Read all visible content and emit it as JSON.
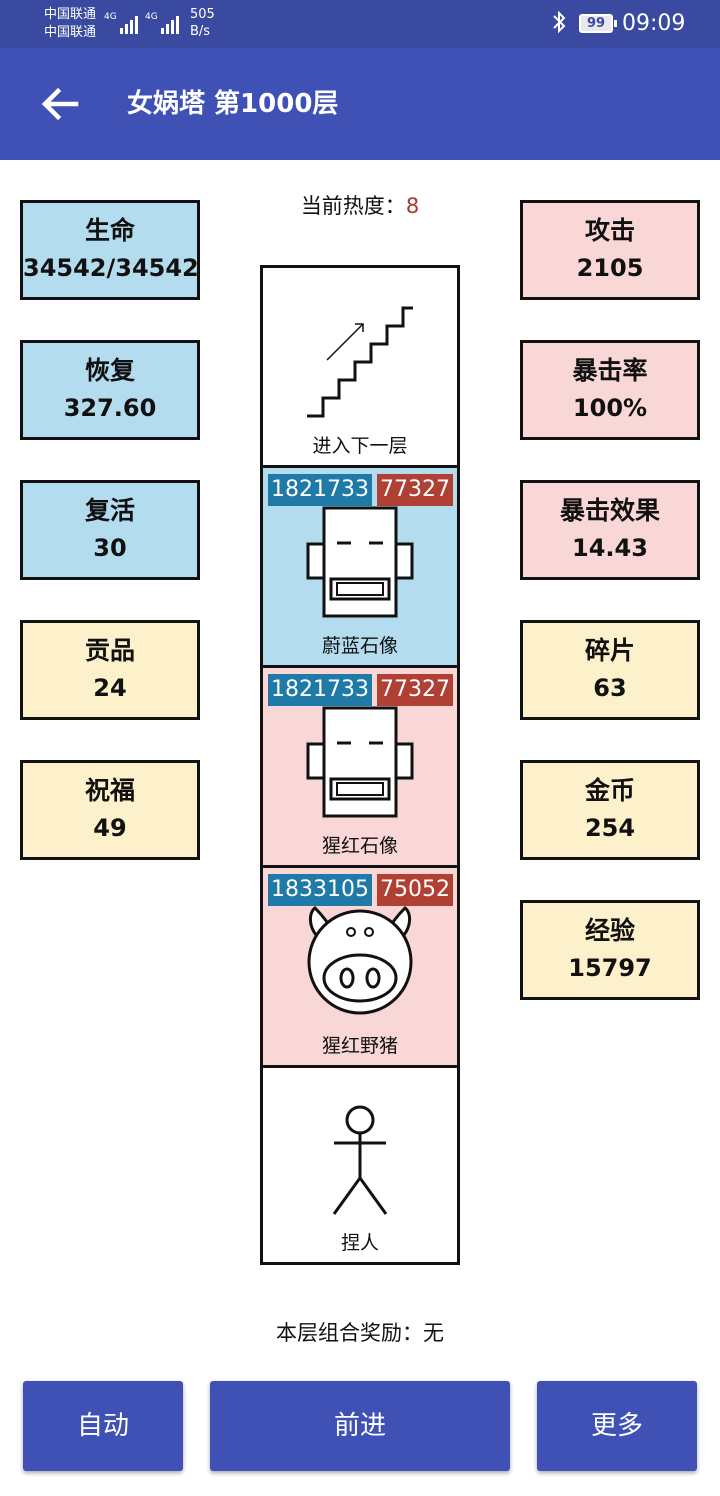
{
  "status_bar": {
    "carrier1": "中国联通",
    "carrier2": "中国联通",
    "sig1_label": "4G",
    "sig2_label": "4G",
    "net_speed": "505",
    "net_unit": "B/s",
    "battery": "99",
    "time": "09:09"
  },
  "app_bar": {
    "title": "女娲塔 第1000层",
    "back_icon": "arrow-left-icon"
  },
  "heat": {
    "label": "当前热度：",
    "value": "8"
  },
  "stats_left": [
    {
      "label": "生命",
      "value": "34542/34542",
      "color": "#b3dcef"
    },
    {
      "label": "恢复",
      "value": "327.60",
      "color": "#b3dcef"
    },
    {
      "label": "复活",
      "value": "30",
      "color": "#b3dcef"
    },
    {
      "label": "贡品",
      "value": "24",
      "color": "#fdf1cc"
    },
    {
      "label": "祝福",
      "value": "49",
      "color": "#fdf1cc"
    }
  ],
  "stats_right": [
    {
      "label": "攻击",
      "value": "2105",
      "color": "#f8d7d6"
    },
    {
      "label": "暴击率",
      "value": "100%",
      "color": "#f8d7d6"
    },
    {
      "label": "暴击效果",
      "value": "14.43",
      "color": "#f8d7d6"
    },
    {
      "label": "碎片",
      "value": "63",
      "color": "#fdf1cc"
    },
    {
      "label": "金币",
      "value": "254",
      "color": "#fdf1cc"
    },
    {
      "label": "经验",
      "value": "15797",
      "color": "#fdf1cc"
    }
  ],
  "tower": {
    "cells": [
      {
        "name": "进入下一层",
        "icon": "stairs-icon"
      },
      {
        "name": "蔚蓝石像",
        "hp": "1821733",
        "atk": "77327",
        "icon": "stone-statue-icon",
        "color": "#b3dcef"
      },
      {
        "name": "猩红石像",
        "hp": "1821733",
        "atk": "77327",
        "icon": "stone-statue-icon",
        "color": "#f8d7d6"
      },
      {
        "name": "猩红野猪",
        "hp": "1833105",
        "atk": "75052",
        "icon": "boar-icon",
        "color": "#f8d7d6"
      },
      {
        "name": "捏人",
        "icon": "stick-figure-icon"
      }
    ]
  },
  "reward": {
    "label": "本层组合奖励：",
    "value": "无"
  },
  "buttons": {
    "auto": "自动",
    "forward": "前进",
    "more": "更多"
  },
  "colors": {
    "primary": "#3f51b5",
    "status_bar": "#3a4aa0",
    "hp_badge": "#1f7aa8",
    "atk_badge": "#b04033",
    "heat_value": "#a33a2e"
  }
}
